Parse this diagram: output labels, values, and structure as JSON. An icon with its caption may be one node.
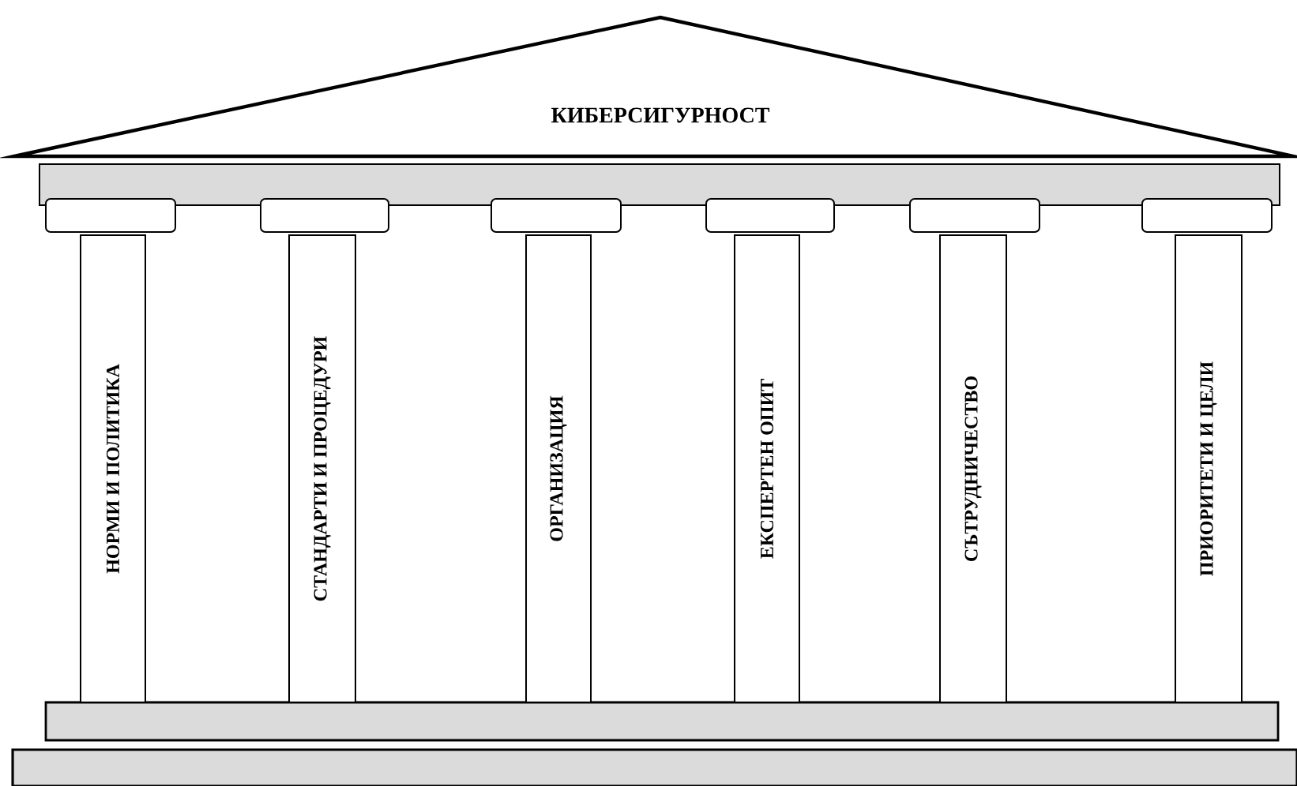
{
  "diagram": {
    "nodes": [
      {
        "text": [
          "КИБЕРСИГУРНОСТ"
        ]
      },
      {
        "text": [],
        "shape": "bar"
      },
      {
        "text": [],
        "shape": "box"
      },
      {
        "text": [],
        "shape": "box"
      },
      {
        "text": [],
        "shape": "box"
      },
      {
        "text": [],
        "shape": "box"
      },
      {
        "text": [],
        "shape": "box"
      },
      {
        "text": [],
        "shape": "box"
      },
      {
        "text": [
          "НОРМИ И ПОЛИТИКА"
        ]
      },
      {
        "text": [
          "СТАНДАРТИ И ПРОЦЕДУРИ"
        ]
      },
      {
        "text": [
          "ОРГАНИЗАЦИЯ"
        ]
      },
      {
        "text": [
          "ЕКСПЕРТЕН ОПИТ"
        ]
      },
      {
        "text": [
          "СЪТРУДНИЧЕСТВО"
        ]
      },
      {
        "text": [
          "ПРИОРИТЕТИ И ЦЕЛИ"
        ]
      },
      {
        "text": [],
        "shape": "bar"
      },
      {
        "text": [],
        "shape": "bar"
      }
    ]
  }
}
